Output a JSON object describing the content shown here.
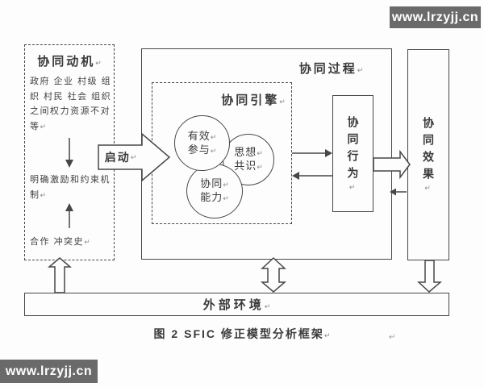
{
  "ret": "↵",
  "watermarks": {
    "top": "www.lrzyjj.cn",
    "bottom": "www.lrzyjj.cn"
  },
  "motivation": {
    "title": "协同动机",
    "factors": "政府 企业 村级 组织 村民 社会 组织之间权力资源不对等",
    "mechanism": "明确激励和约束机制",
    "history": "合作 冲突史"
  },
  "start": {
    "label": "启动"
  },
  "process": {
    "title": "协同过程"
  },
  "engine": {
    "title": "协同引擎",
    "circles": [
      {
        "lines": [
          "有效",
          "参与"
        ]
      },
      {
        "lines": [
          "思想",
          "共识"
        ]
      },
      {
        "lines": [
          "协同",
          "能力"
        ]
      }
    ]
  },
  "behavior": {
    "title": "协同行为"
  },
  "effect": {
    "title": "协同效果"
  },
  "environment": {
    "title": "外部环境"
  },
  "caption": "图 2 SFIC 修正模型分析框架",
  "colors": {
    "line": "#474747",
    "text": "#3a3a3a",
    "watermark_bg": "#6a6a6a",
    "watermark_fg": "#ffffff",
    "background": "#fdfdfd"
  }
}
